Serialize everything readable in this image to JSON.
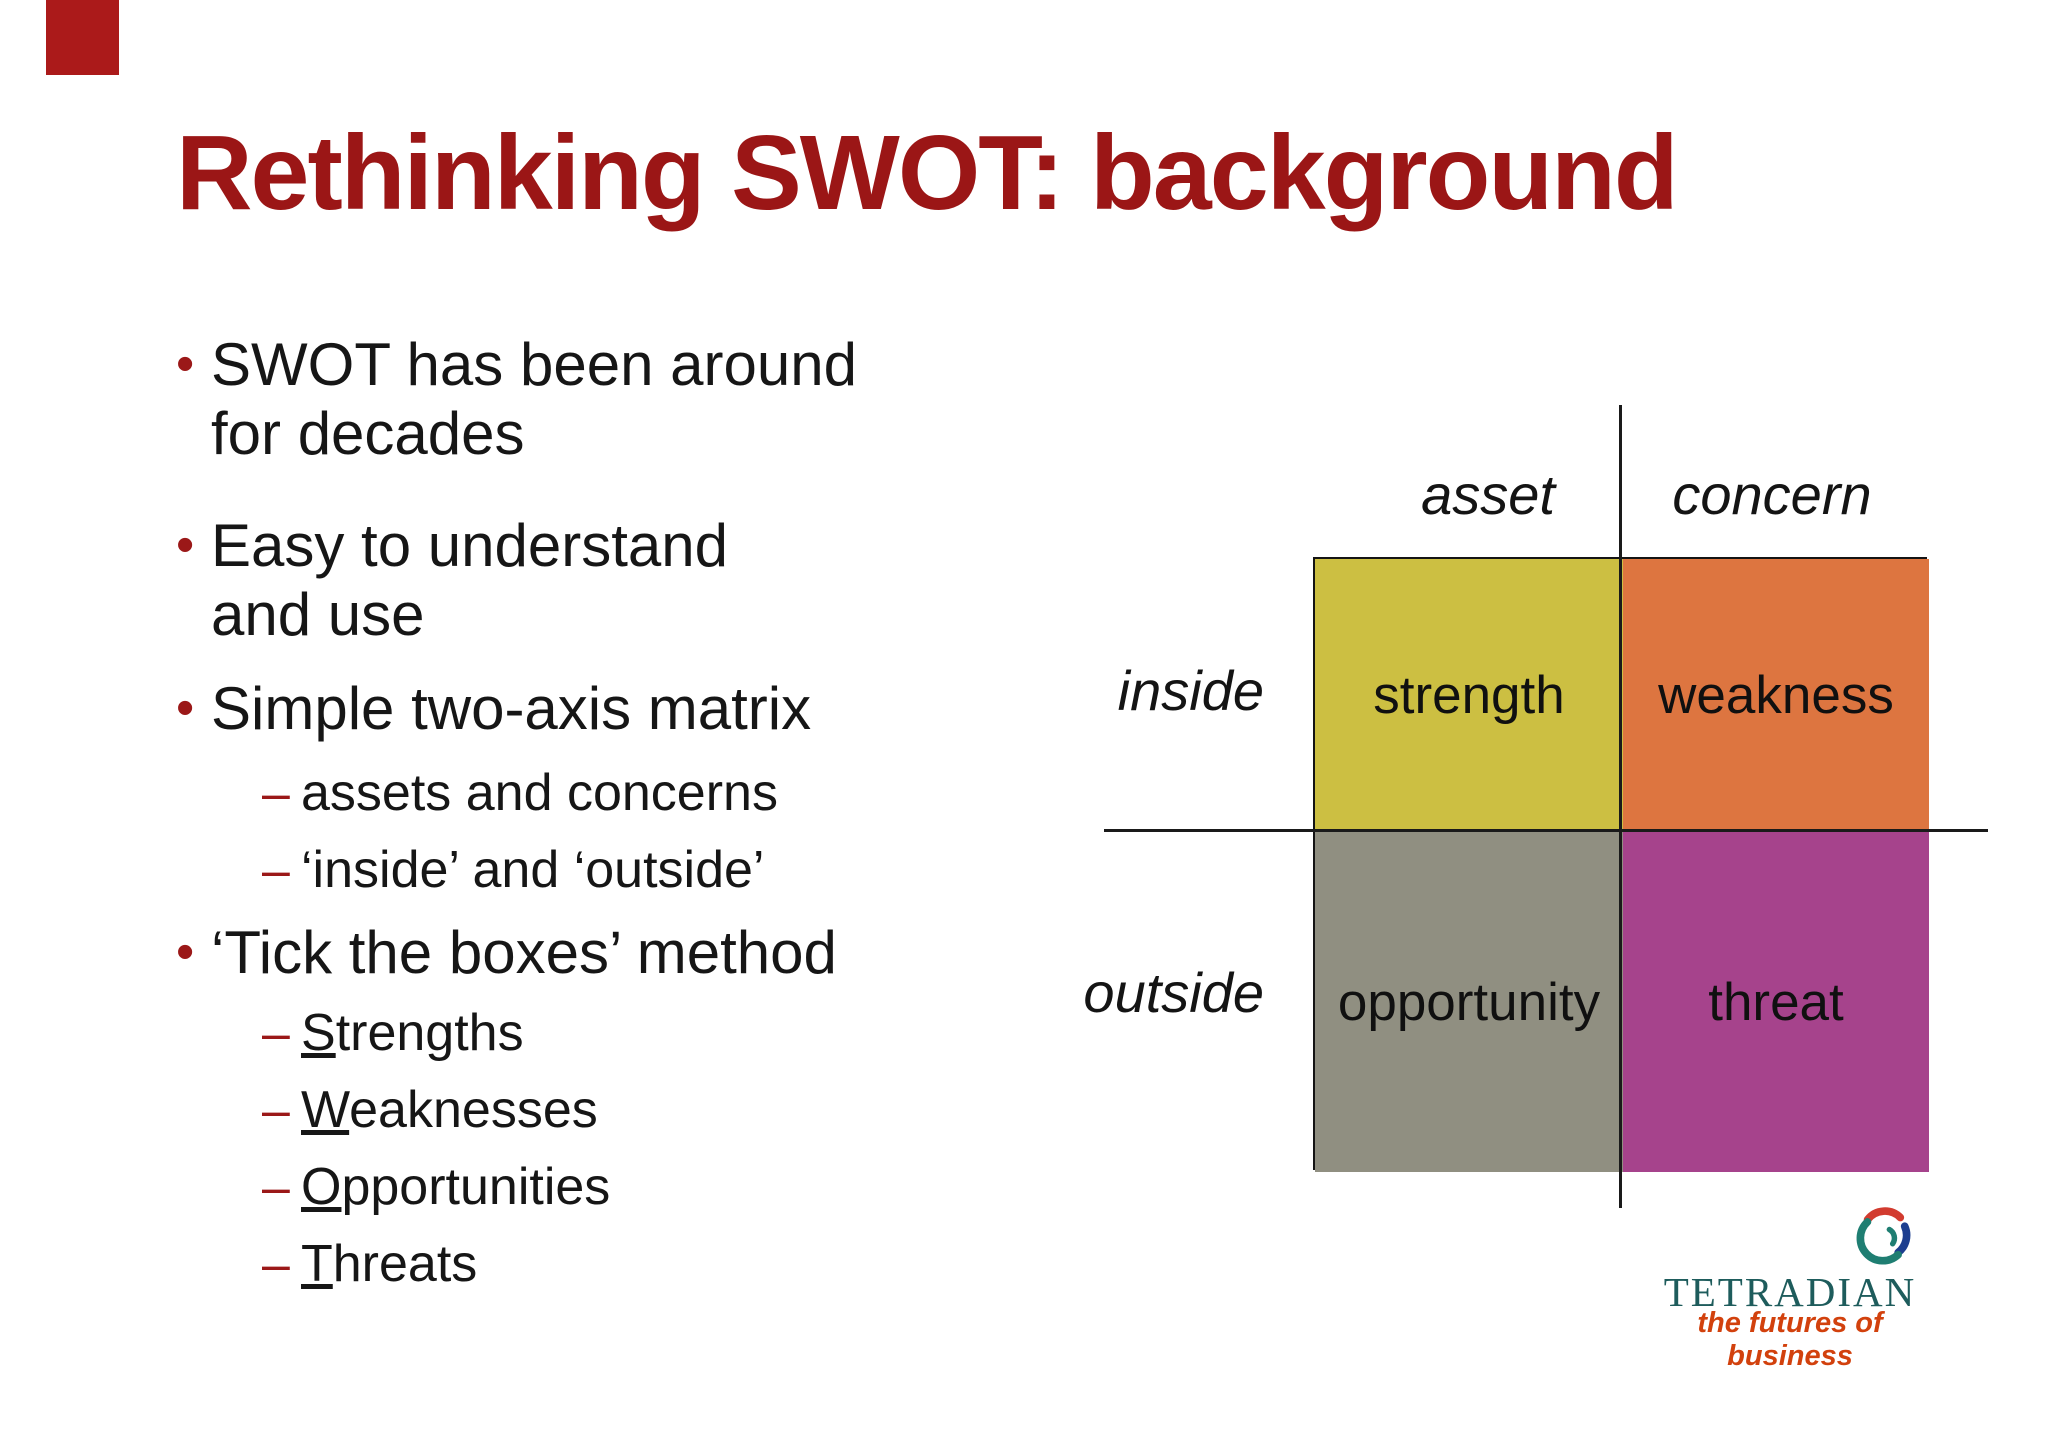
{
  "title": {
    "text": "Rethinking SWOT: background",
    "color": "#9b1616"
  },
  "accent": {
    "corner_bar_color": "#ab1a1a",
    "bullet_color": "#9b1818"
  },
  "bullets": {
    "marker": "•",
    "sub_marker": "–",
    "b1": "SWOT has been around\nfor decades",
    "b2": "Easy to understand\nand use",
    "b3": "Simple two-axis matrix",
    "b3_subs": [
      "assets and concerns",
      "‘inside’ and ‘outside’"
    ],
    "b4": "‘Tick the boxes’ method",
    "b4_subs": [
      "Strengths",
      "Weaknesses",
      "Opportunities",
      "Threats"
    ]
  },
  "matrix": {
    "col_labels": [
      "asset",
      "concern"
    ],
    "row_labels": [
      "inside",
      "outside"
    ],
    "quadrants": [
      {
        "label": "strength",
        "color": "#ccbf42"
      },
      {
        "label": "weakness",
        "color": "#dd7540"
      },
      {
        "label": "opportunity",
        "color": "#908f81"
      },
      {
        "label": "threat",
        "color": "#a6438c"
      }
    ],
    "line_color": "#1a1a1a"
  },
  "logo": {
    "name": "TETRADIAN",
    "tagline": "the futures of business",
    "name_color": "#1e5c5c",
    "tagline_color": "#d2410d",
    "swirl_colors": [
      "#d23b2f",
      "#1d3e8f",
      "#1f7e72"
    ]
  }
}
